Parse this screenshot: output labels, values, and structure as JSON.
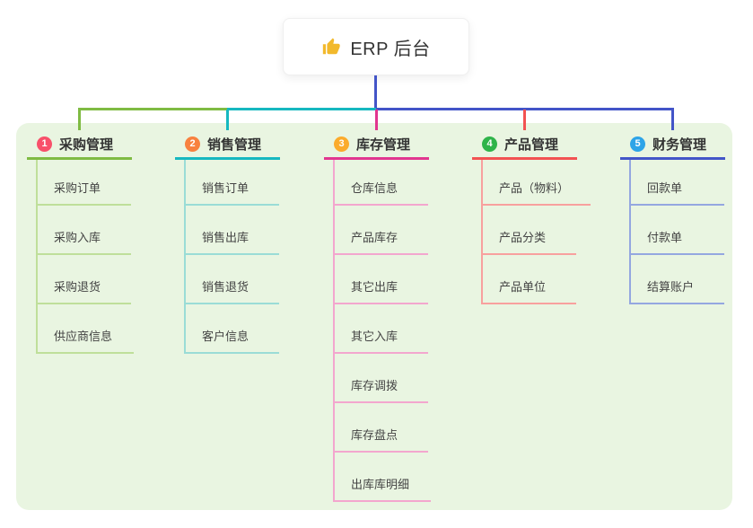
{
  "root": {
    "title": "ERP 后台",
    "icon": "thumbs-up-icon",
    "icon_color": "#f2b92c"
  },
  "branches": [
    {
      "index": "1",
      "label": "采购管理",
      "badge_color": "#f8506a",
      "line_color": "#7fbb43",
      "tint_color": "#bfdf9a",
      "children": [
        "采购订单",
        "采购入库",
        "采购退货",
        "供应商信息"
      ]
    },
    {
      "index": "2",
      "label": "销售管理",
      "badge_color": "#f8813f",
      "line_color": "#16b8c0",
      "tint_color": "#9adcd6",
      "children": [
        "销售订单",
        "销售出库",
        "销售退货",
        "客户信息"
      ]
    },
    {
      "index": "3",
      "label": "库存管理",
      "badge_color": "#fbab2c",
      "line_color": "#e1368f",
      "tint_color": "#f3a6ce",
      "children": [
        "仓库信息",
        "产品库存",
        "其它出库",
        "其它入库",
        "库存调拨",
        "库存盘点",
        "出库库明细"
      ]
    },
    {
      "index": "4",
      "label": "产品管理",
      "badge_color": "#2fb44a",
      "line_color": "#f25252",
      "tint_color": "#f8a09e",
      "children": [
        "产品（物料）",
        "产品分类",
        "产品单位"
      ]
    },
    {
      "index": "5",
      "label": "财务管理",
      "badge_color": "#2da4e8",
      "line_color": "#4355c8",
      "tint_color": "#94a7e0",
      "children": [
        "回款单",
        "付款单",
        "结算账户"
      ]
    }
  ],
  "colors": {
    "canvas_bg": "#e9f5e1",
    "root_stem": "#4355c8",
    "header_text": "#333333",
    "child_text": "#444444"
  }
}
